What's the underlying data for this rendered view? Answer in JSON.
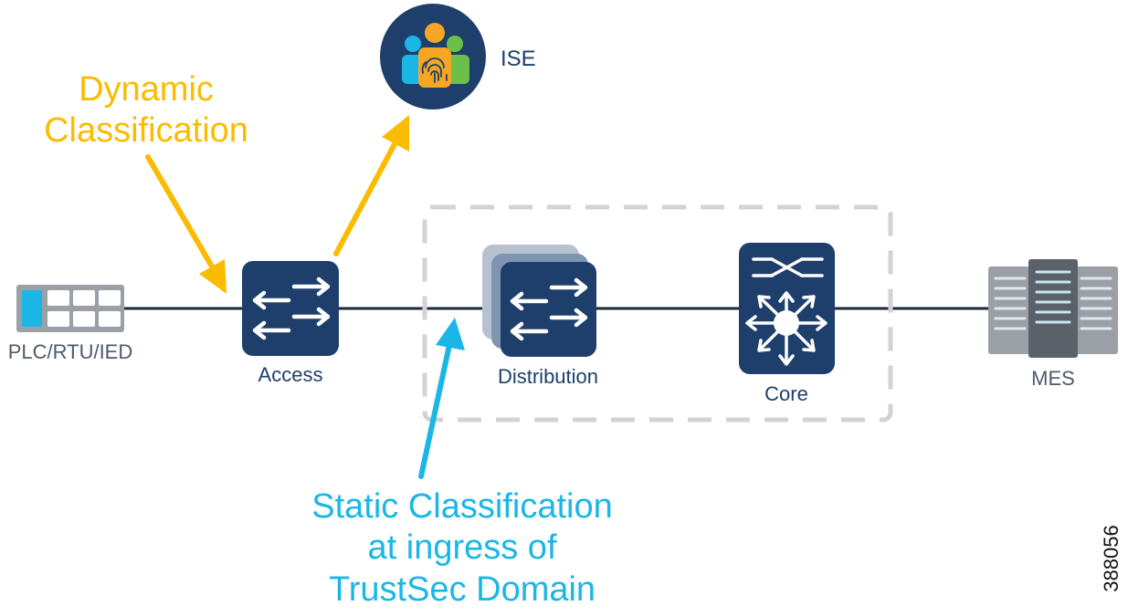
{
  "colors": {
    "navy": "#1e3f6b",
    "yellow": "#fbbc00",
    "cyan": "#1ab7e6",
    "line": "#1a2a3a",
    "gray_text": "#4d5b6a",
    "dashed": "#d3d3d3",
    "server_light": "#9aa0a6",
    "server_dark": "#5b6168"
  },
  "nodes": {
    "plc": {
      "label": "PLC/RTU/IED",
      "icon": "plc-device-icon"
    },
    "access": {
      "label": "Access",
      "icon": "switch-icon"
    },
    "distribution": {
      "label": "Distribution",
      "icon": "stacked-switch-icon"
    },
    "core": {
      "label": "Core",
      "icon": "multilayer-switch-icon"
    },
    "mes": {
      "label": "MES",
      "icon": "server-rack-icon"
    },
    "ise": {
      "label": "ISE",
      "icon": "identity-fingerprint-icon"
    }
  },
  "callouts": {
    "dynamic": {
      "line1": "Dynamic",
      "line2": "Classification"
    },
    "static": {
      "line1": "Static Classification",
      "line2": "at ingress of",
      "line3": "TrustSec Domain"
    }
  },
  "figure_id": "388056"
}
